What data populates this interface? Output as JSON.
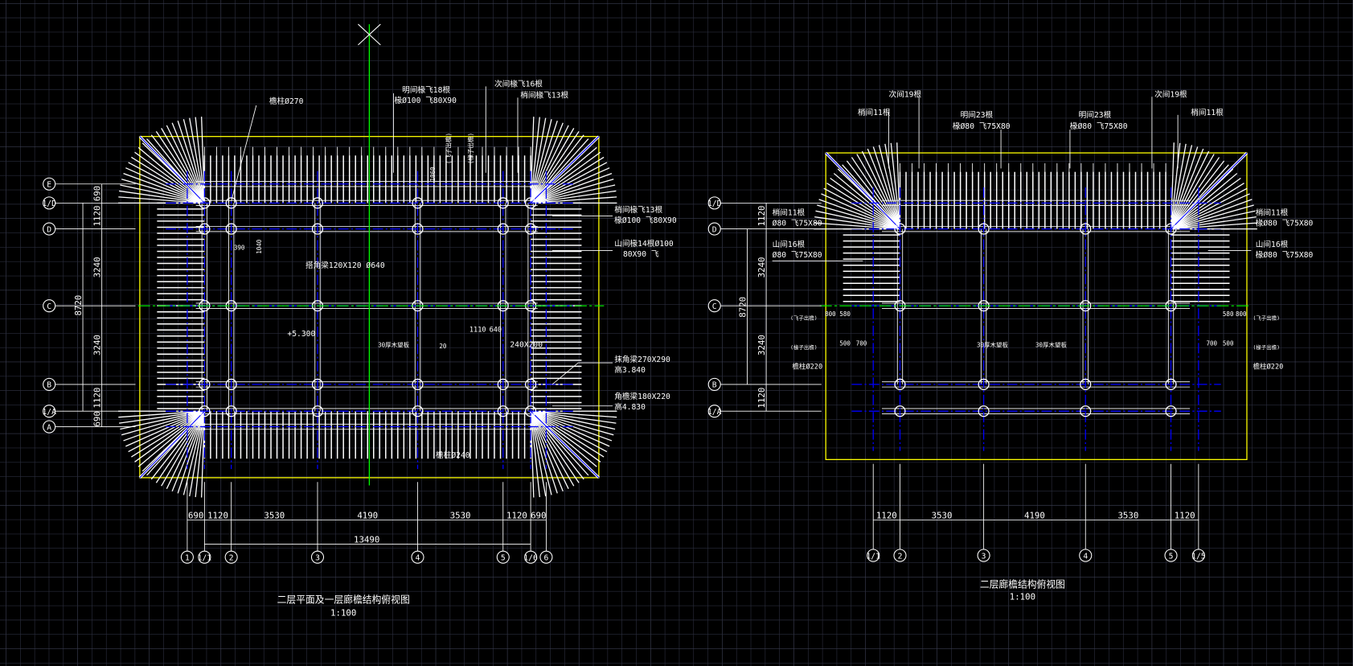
{
  "colors": {
    "background": "#000000",
    "grid": "#2a2c3c",
    "grid_major": "#3a3d50",
    "boundary": "#ffff00",
    "axis": "#0000ff",
    "centerline": "#00ff00",
    "line": "#ffffff"
  },
  "left_plan": {
    "title": "二层平面及一层廊檐结构俯视图",
    "scale": "1:100",
    "col_axes": [
      "1",
      "1/1",
      "2",
      "3",
      "4",
      "5",
      "1/6",
      "6"
    ],
    "row_axes": [
      "E",
      "1/D",
      "D",
      "C",
      "B",
      "1/A",
      "A"
    ],
    "bottom_dims": [
      "690",
      "1120",
      "3530",
      "4190",
      "3530",
      "1120",
      "690"
    ],
    "bottom_total": "13490",
    "side_dims": [
      "690",
      "1120",
      "3240",
      "3240",
      "1120",
      "690"
    ],
    "side_total": "8720",
    "labels": {
      "col_dia": "檐柱Ø270",
      "ming_rafters": "明间椽飞18根",
      "ming_spec": "椽Ø100 飞80X90",
      "ci_rafters": "次间椽飞16根",
      "shao_rafters": "梢间椽飞13根",
      "shao_rafters_r": "梢间椽飞13根",
      "shao_spec_r": "椽Ø100 飞80X90",
      "shan_rafters": "山间椽14根Ø100",
      "shan_spec": "80X90 飞",
      "beam": "搭角梁120X120 Ø640",
      "elev": "+5.300",
      "board": "30厚木望板",
      "beam2": "240X200",
      "corner_beam": "抹角梁270X290",
      "corner_beam_h": "高3.840",
      "eave_beam": "角檐梁180X220",
      "eave_beam_h": "高4.830",
      "eave_col": "檐柱Ø240",
      "d1110": "1110",
      "d640": "640",
      "d390": "390",
      "d1040": "1040",
      "d1060": "1060",
      "d20": "20",
      "fly_out": "(飞子出檐)",
      "rafter_out": "(椽子出檐)"
    }
  },
  "right_plan": {
    "title": "二层廊檐结构俯视图",
    "scale": "1:100",
    "col_axes": [
      "1/1",
      "2",
      "3",
      "4",
      "5",
      "1/5"
    ],
    "row_axes": [
      "1/D",
      "D",
      "C",
      "B",
      "1/A"
    ],
    "bottom_dims": [
      "1120",
      "3530",
      "4190",
      "3530",
      "1120"
    ],
    "side_dims": [
      "1120",
      "3240",
      "3240",
      "1120"
    ],
    "side_total": "8720",
    "labels": {
      "ci_l": "次间19根",
      "shao_l": "梢间11根",
      "ming_l": "明间23根",
      "ming_l_spec": "椽Ø80 飞75X80",
      "ming_r": "明间23根",
      "ming_r_spec": "椽Ø80 飞75X80",
      "ci_r": "次间19根",
      "shao_r": "梢间11根",
      "shao_side_l": "梢间11根",
      "shao_side_l_spec": "Ø80 飞75X80",
      "shan_l": "山间16根",
      "shan_l_spec": "Ø80 飞75X80",
      "shao_side_r": "梢间11根",
      "shao_side_r_spec": "椽Ø80 飞75X80",
      "shan_r": "山间16根",
      "shan_r_spec": "椽Ø80 飞75X80",
      "d800": "800",
      "d580": "580",
      "d700": "700",
      "d500": "500",
      "d580r": "580",
      "d800r": "800",
      "d700r": "700",
      "d500r": "500",
      "fly_out_l": "(飞子出檐)",
      "rafter_out_l": "(椽子出檐)",
      "fly_out_r": "(飞子出檐)",
      "rafter_out_r": "(椽子出檐)",
      "col_l": "檐柱Ø220",
      "col_r": "檐柱Ø220",
      "board": "30厚木望板",
      "board2": "30厚木望板"
    }
  }
}
